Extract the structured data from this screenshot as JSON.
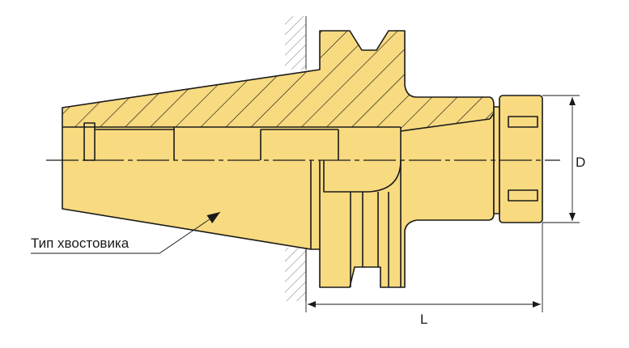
{
  "drawing": {
    "shank_type_label": "Тип хвостовика",
    "dimension_diameter_label": "D",
    "dimension_length_label": "L",
    "fill_color": "#F8DA80",
    "line_color": "#1a1a1a"
  }
}
